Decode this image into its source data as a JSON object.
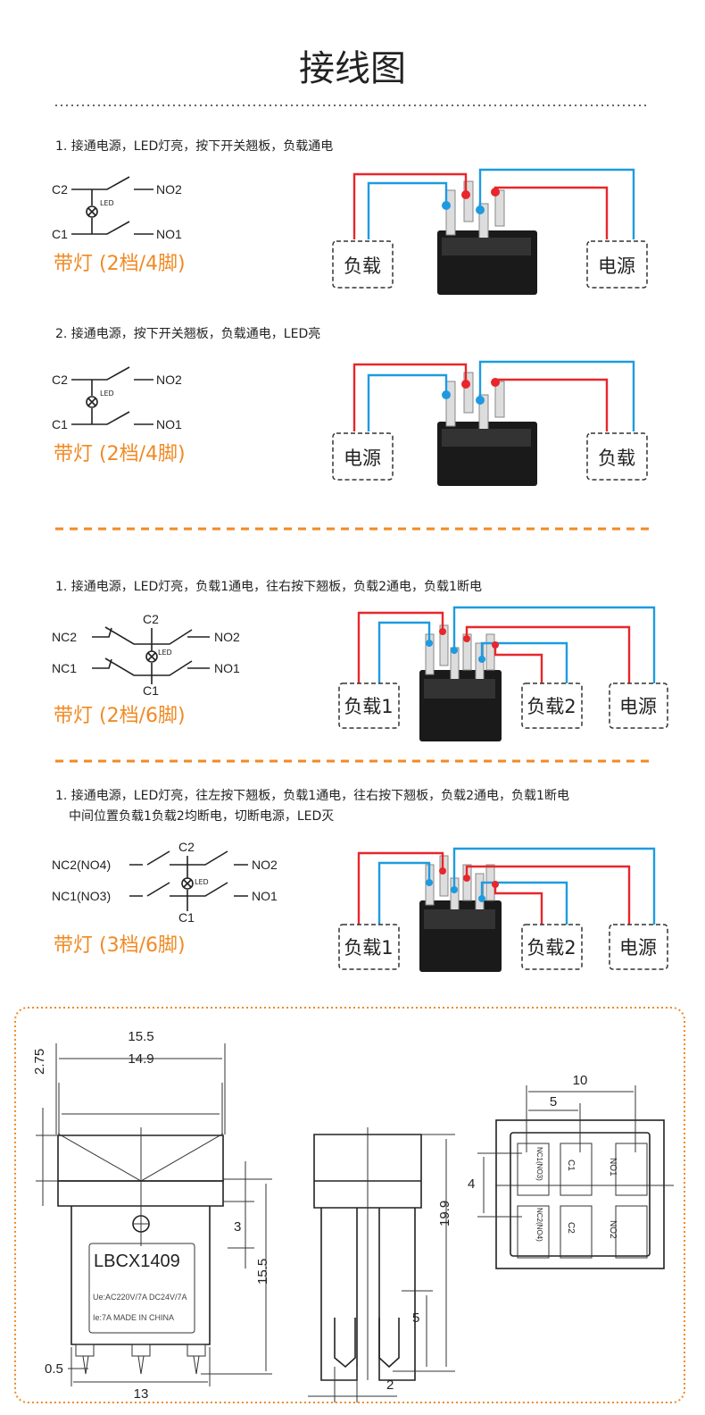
{
  "title": "接线图",
  "colors": {
    "live_wire": "#e8262b",
    "neutral_wire": "#1e9be0",
    "accent": "#f08a24"
  },
  "sections": [
    {
      "caption": [
        "1. 接通电源，LED灯亮，按下开关翘板，负载通电"
      ],
      "labels": [
        "C2",
        "NO2",
        "C1",
        "NO1",
        "LED"
      ],
      "type_label": "带灯 (2档/4脚)",
      "boxes": [
        "负载",
        "电源"
      ]
    },
    {
      "caption": [
        "2. 接通电源，按下开关翘板，负载通电，LED亮"
      ],
      "labels": [
        "C2",
        "NO2",
        "C1",
        "NO1",
        "LED"
      ],
      "type_label": "带灯 (2档/4脚)",
      "boxes": [
        "电源",
        "负载"
      ]
    },
    {
      "caption": [
        "1. 接通电源，LED灯亮，负载1通电，往右按下翘板，负载2通电，负载1断电"
      ],
      "labels": [
        "NC2",
        "NO2",
        "NC1",
        "NO1",
        "C2",
        "C1",
        "LED"
      ],
      "type_label": "带灯 (2档/6脚)",
      "boxes": [
        "负载1",
        "负载2",
        "电源"
      ]
    },
    {
      "caption": [
        "1. 接通电源，LED灯亮，往左按下翘板，负载1通电，往右按下翘板，负载2通电，负载1断电",
        "中间位置负载1负载2均断电，切断电源，LED灭"
      ],
      "labels": [
        "NC2(NO4)",
        "NO2",
        "NC1(NO3)",
        "NO1",
        "C2",
        "C1",
        "LED"
      ],
      "type_label": "带灯 (3档/6脚)",
      "boxes": [
        "负载1",
        "负载2",
        "电源"
      ]
    }
  ],
  "dimensions": {
    "front": {
      "w_top": "15.5",
      "w_inner": "14.9",
      "h_cap": "2.75",
      "h_3": "3",
      "h_body": "15.5",
      "pin": "0.5",
      "w_base": "13"
    },
    "label": {
      "model": "LBCX1409",
      "rating": "Ue:AC220V/7A DC24V/7A",
      "info": "Ie:7A   MADE IN CHINA"
    },
    "side": {
      "h_total": "19.9",
      "pin_len": "5",
      "pin_w": "2"
    },
    "bottom": {
      "span": "10",
      "half": "5",
      "row": "4",
      "pins": [
        "NC1(NO3)",
        "C1",
        "NO1",
        "NC2(NO4)",
        "C2",
        "NO2"
      ]
    }
  }
}
